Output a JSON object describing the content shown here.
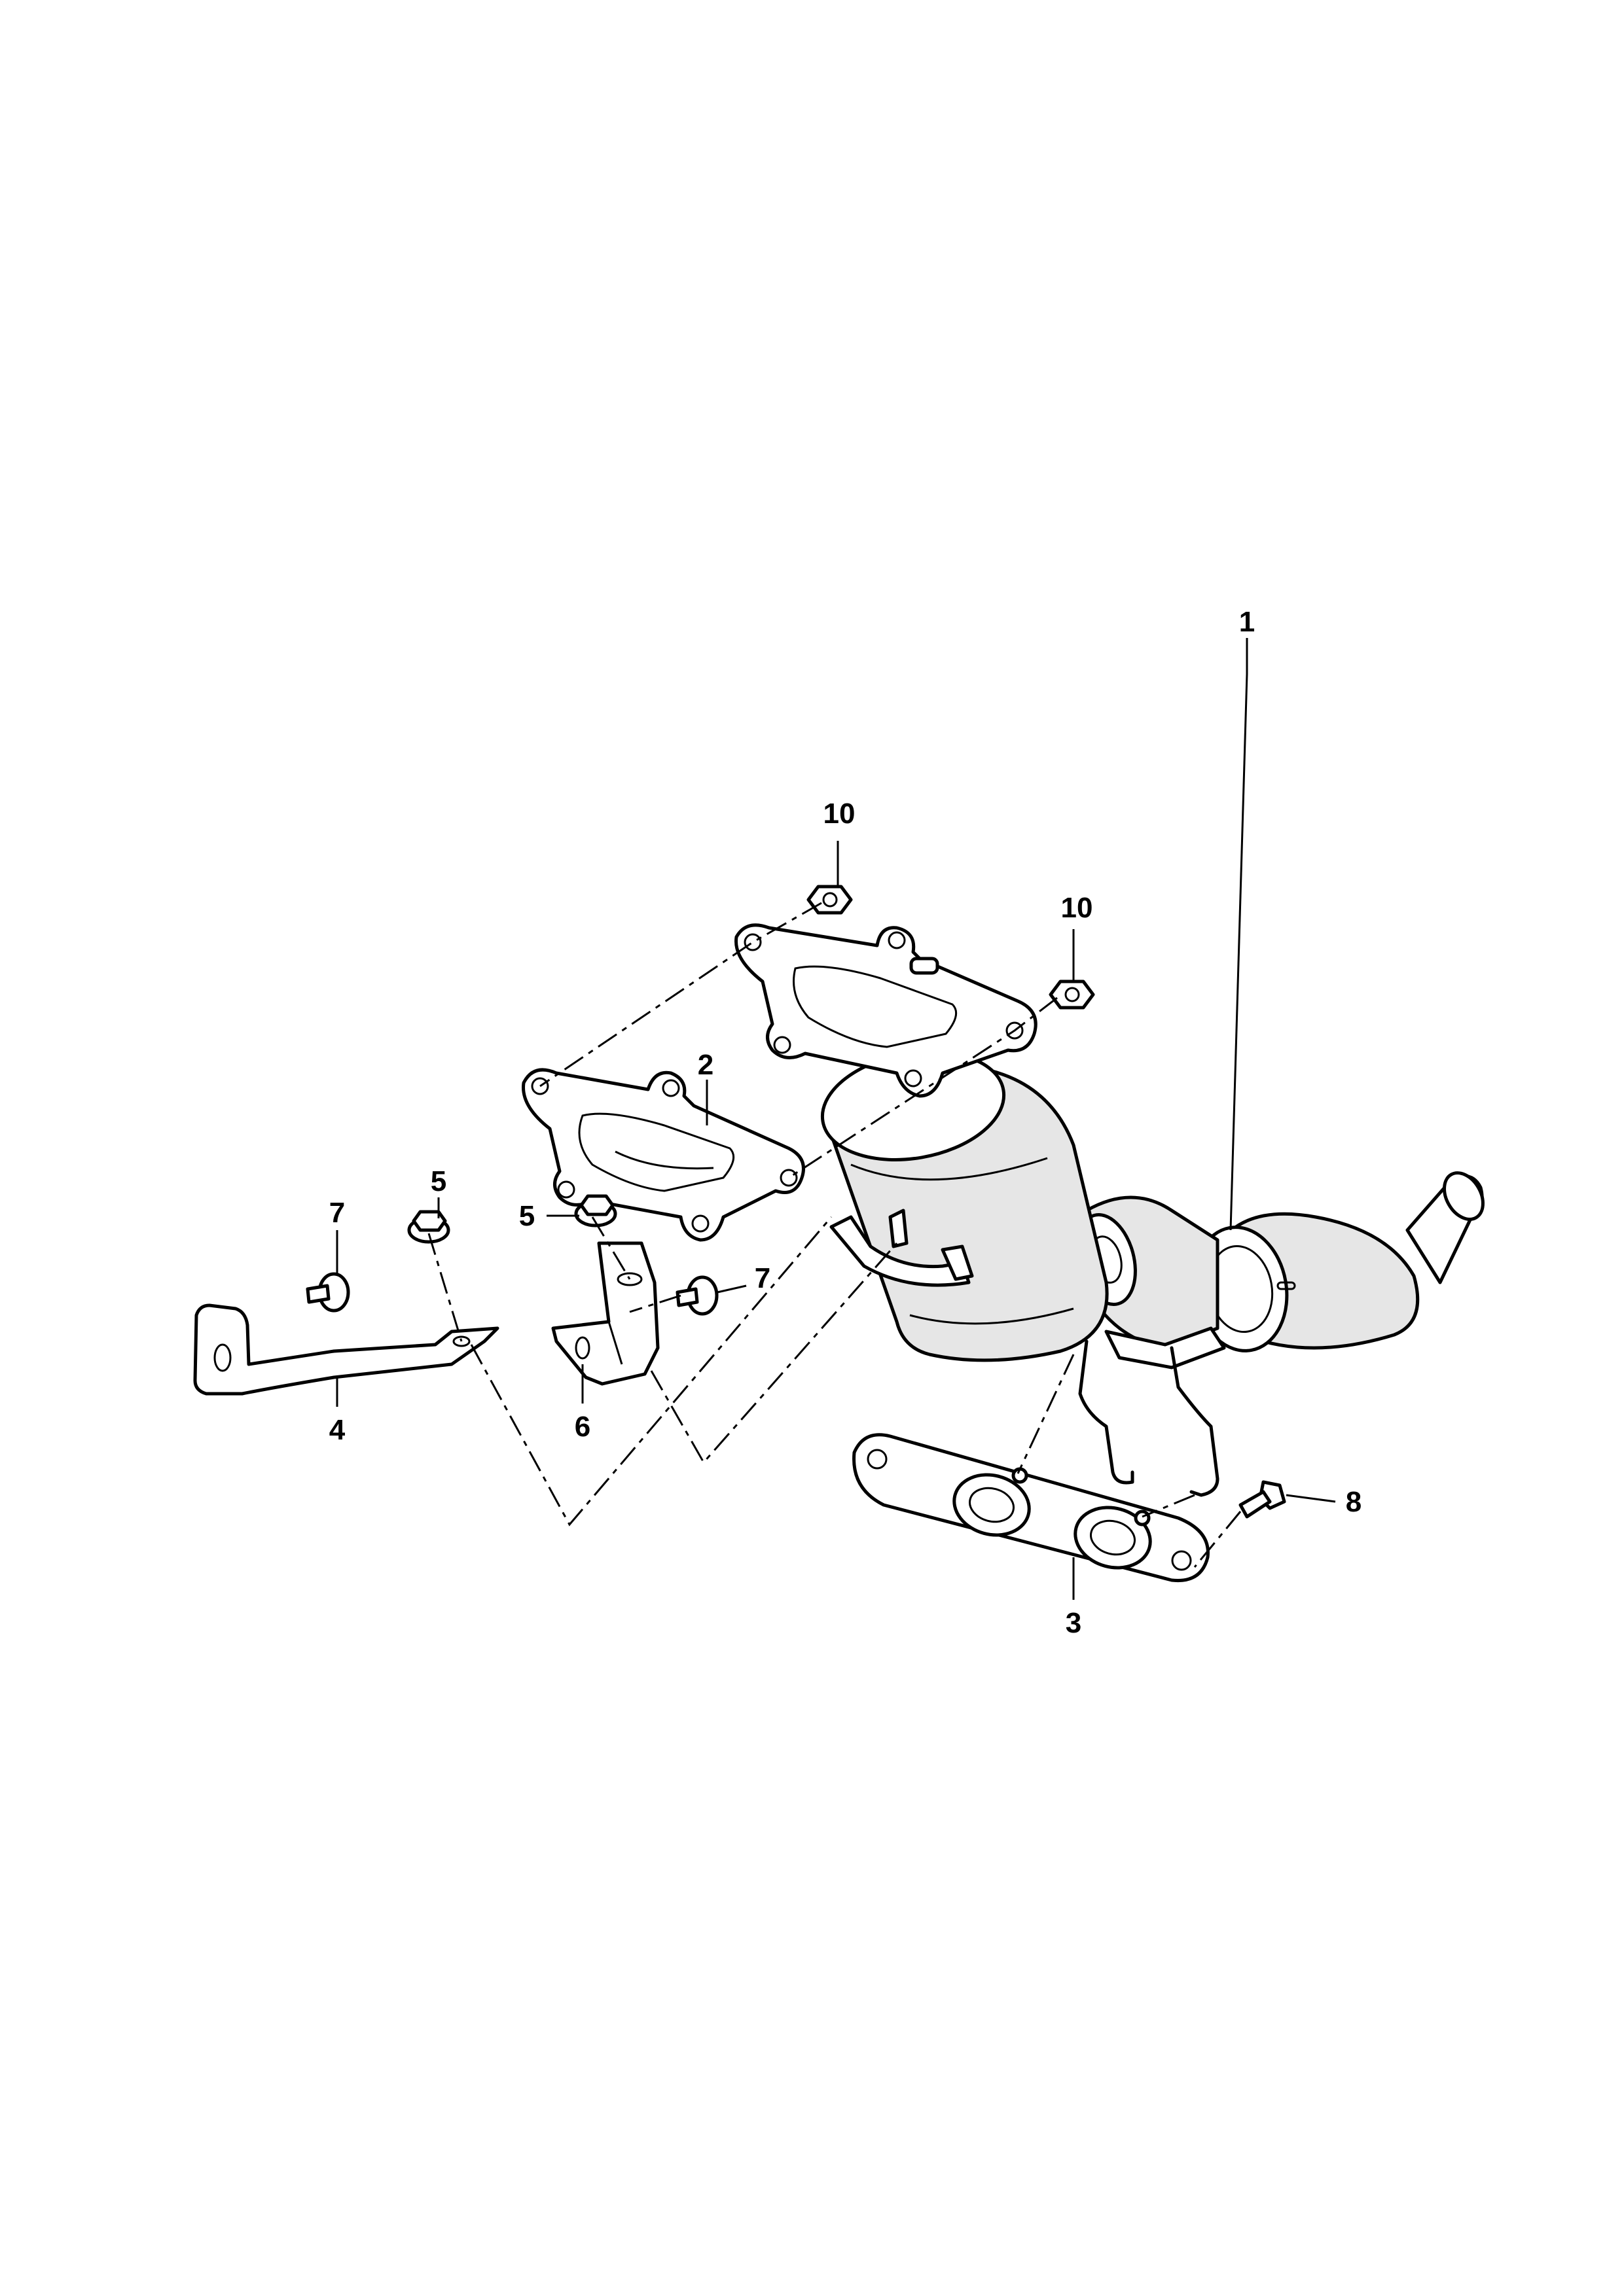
{
  "callouts": [
    {
      "id": "c1",
      "label": "1"
    },
    {
      "id": "c2",
      "label": "2"
    },
    {
      "id": "c3",
      "label": "3"
    },
    {
      "id": "c4",
      "label": "4"
    },
    {
      "id": "c5a",
      "label": "5"
    },
    {
      "id": "c5b",
      "label": "5"
    },
    {
      "id": "c6",
      "label": "6"
    },
    {
      "id": "c7a",
      "label": "7"
    },
    {
      "id": "c7b",
      "label": "7"
    },
    {
      "id": "c8",
      "label": "8"
    },
    {
      "id": "c10a",
      "label": "10"
    },
    {
      "id": "c10b",
      "label": "10"
    }
  ]
}
